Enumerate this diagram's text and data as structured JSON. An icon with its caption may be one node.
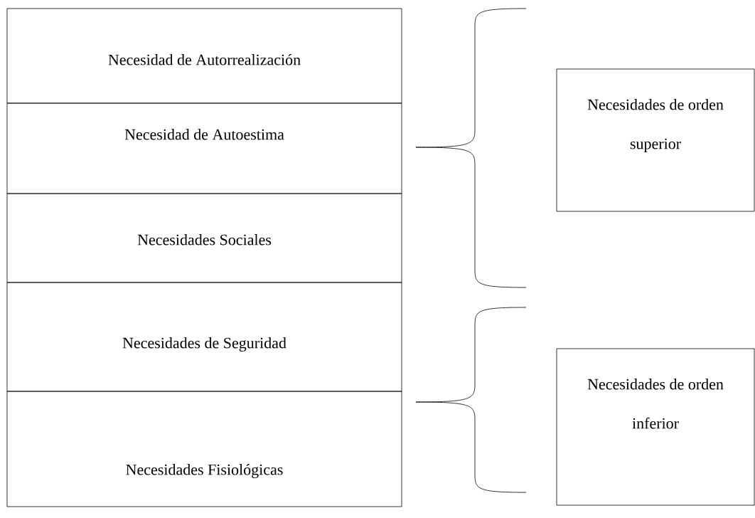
{
  "diagram": {
    "nodes": [
      {
        "text": [
          "Necesidad de Autorrealización"
        ]
      },
      {
        "text": [
          "Necesidad de Autoestima"
        ]
      },
      {
        "text": [
          "Necesidades Sociales"
        ]
      },
      {
        "text": [
          "Necesidades de Seguridad"
        ]
      },
      {
        "text": [
          "Necesidades Fisiológicas"
        ]
      },
      {
        "text": [
          "Necesidades de orden superior"
        ]
      },
      {
        "text": [
          "Necesidades de orden inferior"
        ]
      }
    ]
  }
}
